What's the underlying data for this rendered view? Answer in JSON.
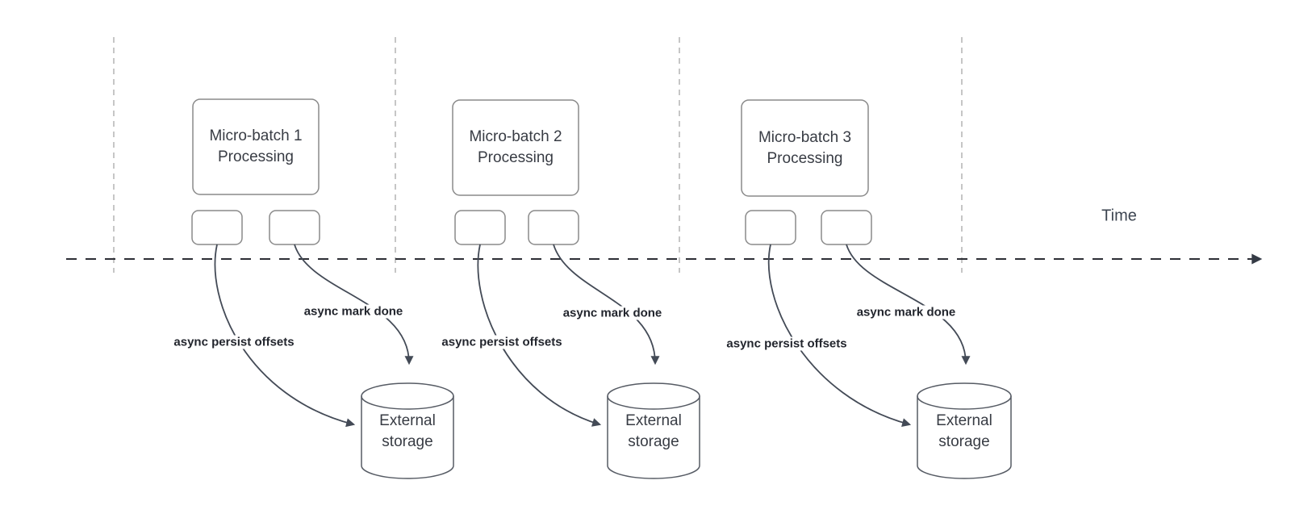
{
  "diagram": {
    "time_label": "Time",
    "sections": [
      {
        "box_line1": "Micro-batch 1",
        "box_line2": "Processing",
        "persist_label": "async persist offsets",
        "mark_label": "async mark done",
        "storage_line1": "External",
        "storage_line2": "storage"
      },
      {
        "box_line1": "Micro-batch 2",
        "box_line2": "Processing",
        "persist_label": "async persist offsets",
        "mark_label": "async mark done",
        "storage_line1": "External",
        "storage_line2": "storage"
      },
      {
        "box_line1": "Micro-batch 3",
        "box_line2": "Processing",
        "persist_label": "async persist offsets",
        "mark_label": "async mark done",
        "storage_line1": "External",
        "storage_line2": "storage"
      }
    ],
    "colors": {
      "box_border": "#8a8a8a",
      "cylinder_border": "#565b64",
      "arrow": "#434a56",
      "axis": "#2d2f35",
      "divider": "#b3b3b3",
      "box_text": "#383c44",
      "async_label_text": "#22252d"
    }
  }
}
